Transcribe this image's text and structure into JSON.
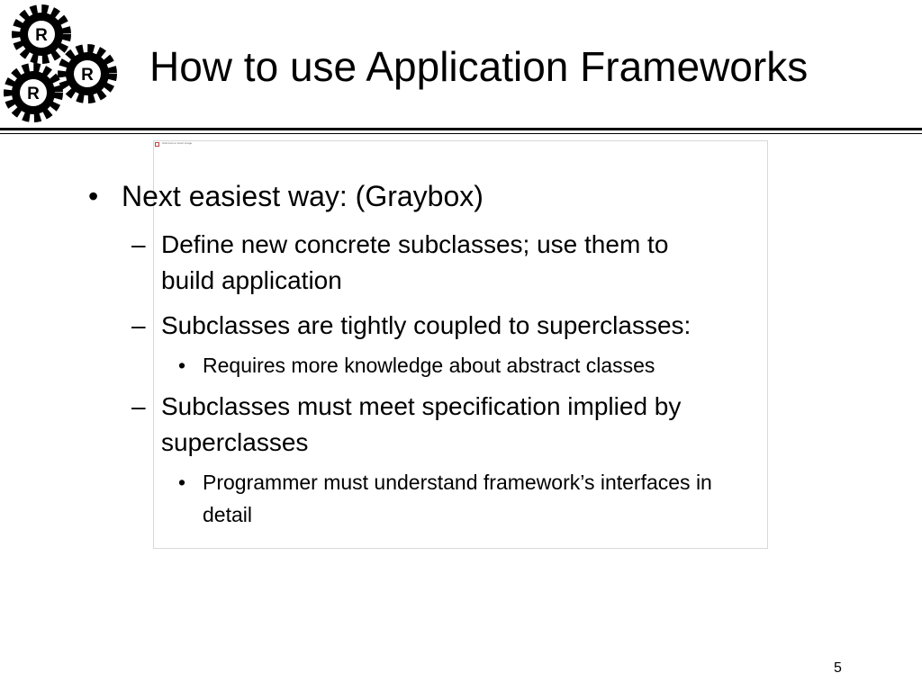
{
  "slide": {
    "title": "How to use Application Frameworks",
    "page_number": "5"
  },
  "logo": {
    "gear_letter_top": "R",
    "gear_letter_right": "R",
    "gear_letter_bottom": "R"
  },
  "placeholder": {
    "caption": "click here to insert image"
  },
  "bullets": {
    "level1_marker": "•",
    "level2_marker": "–",
    "level3_marker": "•",
    "main": "Next easiest way: (Graybox)",
    "sub1_line1": "Define new concrete subclasses; use them to",
    "sub1_line2": "build application",
    "sub2": "Subclasses are tightly coupled to superclasses:",
    "sub2_detail": "Requires more knowledge about abstract classes",
    "sub3_line1": "Subclasses must meet specification  implied by",
    "sub3_line2": "superclasses",
    "sub3_detail_line1": "Programmer must understand framework’s interfaces in",
    "sub3_detail_line2": "detail"
  }
}
